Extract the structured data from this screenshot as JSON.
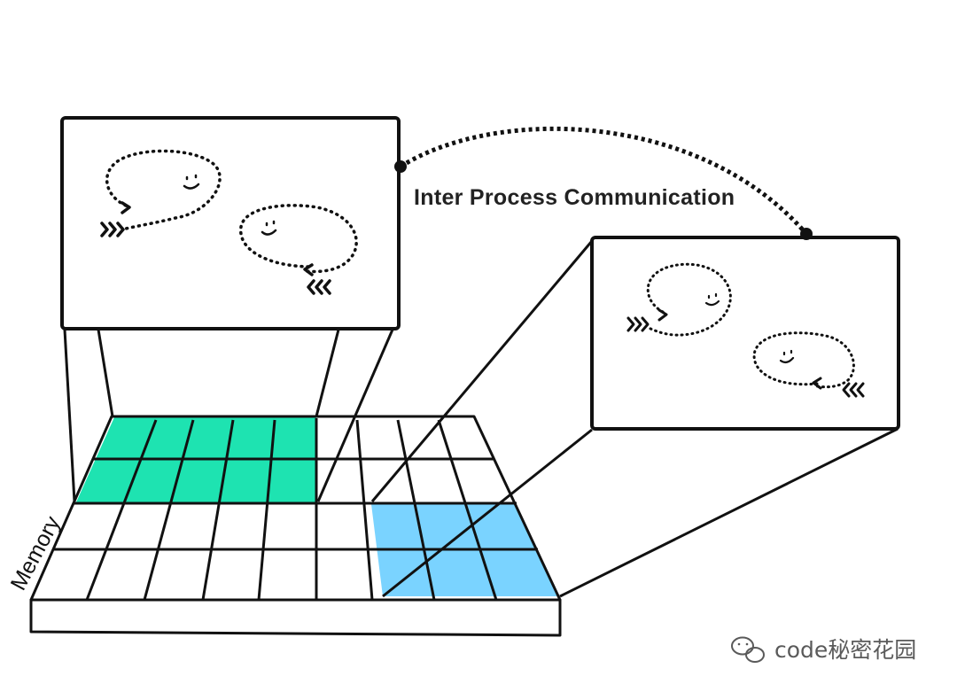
{
  "diagram": {
    "connection_label": "Inter Process Communication",
    "memory_label": "Memory",
    "colors": {
      "stroke": "#111111",
      "process_one_region": "#1ee3b1",
      "process_two_region": "#7ad3ff",
      "watermark": "#5a5a5a"
    }
  },
  "watermark": {
    "text": "code秘密花园",
    "icon": "wechat-icon"
  }
}
